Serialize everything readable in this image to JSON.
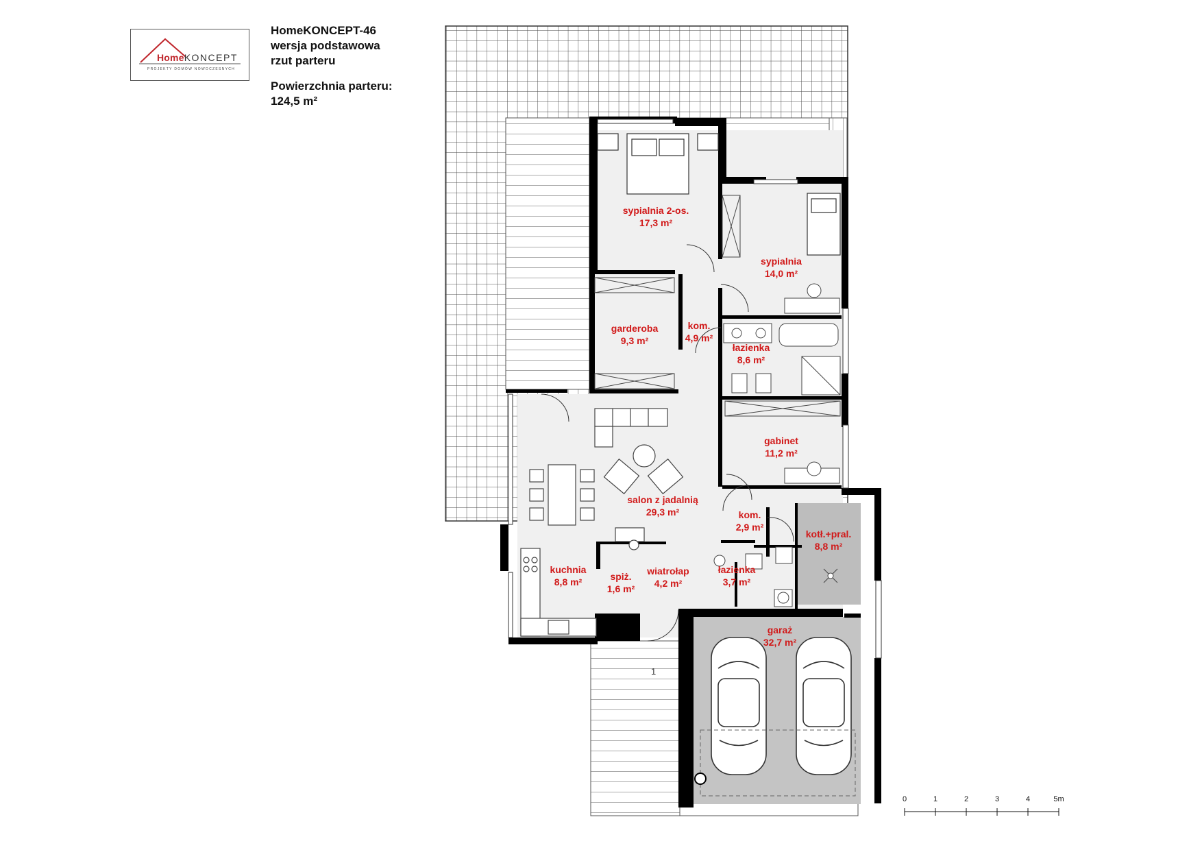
{
  "logo": {
    "brand_a": "Home",
    "brand_b": "KONCEPT",
    "tagline": "PROJEKTY DOMÓW NOWOCZESNYCH"
  },
  "title": {
    "project": "HomeKONCEPT-46",
    "variant": "wersja podstawowa",
    "view": "rzut parteru",
    "area_label": "Powierzchnia parteru:",
    "area_value": "124,5 m²"
  },
  "rooms": [
    {
      "name": "sypialnia 2-os.",
      "area": "17,3 m²"
    },
    {
      "name": "sypialnia",
      "area": "14,0 m²"
    },
    {
      "name": "garderoba",
      "area": "9,3 m²"
    },
    {
      "name": "kom.",
      "area": "4,9 m²"
    },
    {
      "name": "łazienka",
      "area": "8,6 m²"
    },
    {
      "name": "gabinet",
      "area": "11,2 m²"
    },
    {
      "name": "salon z jadalnią",
      "area": "29,3 m²"
    },
    {
      "name": "kom.",
      "area": "2,9 m²"
    },
    {
      "name": "kotł.+pral.",
      "area": "8,8 m²"
    },
    {
      "name": "kuchnia",
      "area": "8,8 m²"
    },
    {
      "name": "spiż.",
      "area": "1,6 m²"
    },
    {
      "name": "wiatrołap",
      "area": "4,2 m²"
    },
    {
      "name": "łazienka",
      "area": "3,7 m²"
    },
    {
      "name": "garaż",
      "area": "32,7 m²"
    }
  ],
  "scale": {
    "ticks": [
      "0",
      "1",
      "2",
      "3",
      "4",
      "5m"
    ]
  },
  "stair_number": "1",
  "colors": {
    "wall": "#000000",
    "room_label": "#d11919",
    "boiler_room": "#bdbdbd",
    "garage": "#c4c4c4",
    "floor": "#f0f0f0",
    "terrace_grid": "#4a4a4a"
  }
}
